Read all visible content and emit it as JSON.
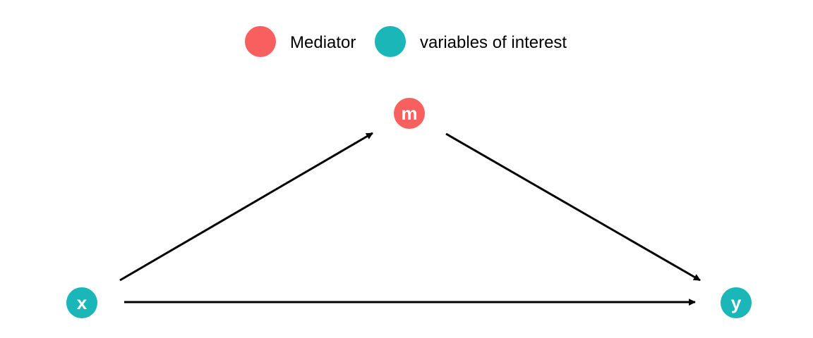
{
  "legend": {
    "items": [
      {
        "label": "Mediator",
        "color": "#F8605F"
      },
      {
        "label": "variables of interest",
        "color": "#1BB6B7"
      }
    ]
  },
  "nodes": {
    "x": {
      "label": "x",
      "role": "variables of interest"
    },
    "m": {
      "label": "m",
      "role": "Mediator"
    },
    "y": {
      "label": "y",
      "role": "variables of interest"
    }
  },
  "edges": [
    {
      "from": "x",
      "to": "m"
    },
    {
      "from": "m",
      "to": "y"
    },
    {
      "from": "x",
      "to": "y"
    }
  ],
  "colors": {
    "mediator": "#F8605F",
    "interest": "#1BB6B7",
    "edge": "#000000"
  }
}
